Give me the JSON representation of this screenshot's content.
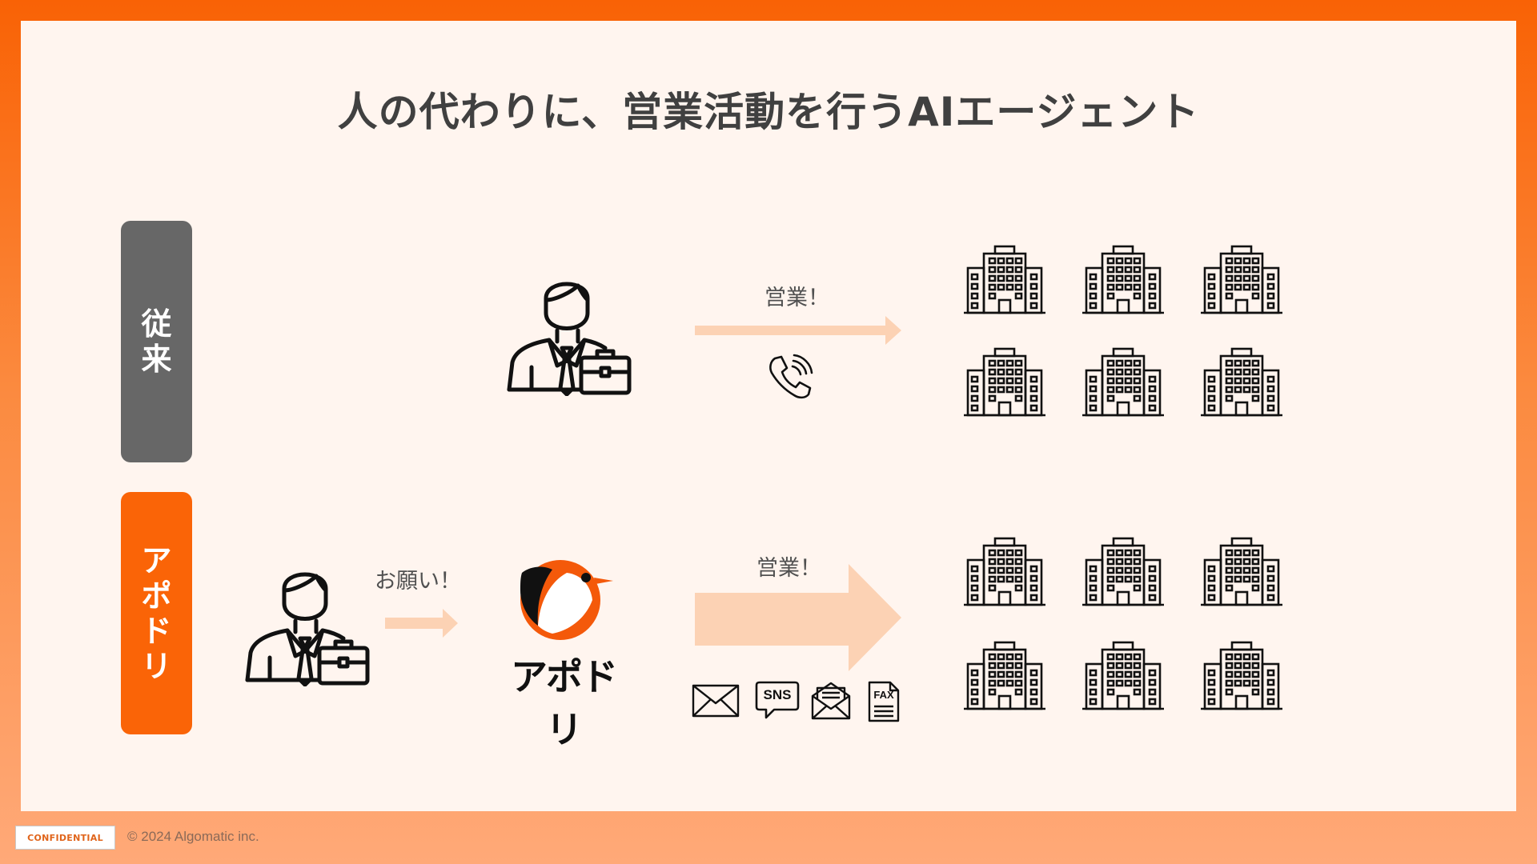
{
  "title": "人の代わりに、営業活動を行うAIエージェント",
  "rows": {
    "conventional": {
      "label": [
        "従",
        "来"
      ],
      "speech": "営業！"
    },
    "apotori": {
      "label": [
        "ア",
        "ポ",
        "ド",
        "リ"
      ],
      "request": "お願い！",
      "speech": "営業！",
      "brand": "アポドリ"
    }
  },
  "channels": {
    "sns": "SNS",
    "fax": "FAX"
  },
  "footer": {
    "badge": "CONFIDENTIAL",
    "copyright": "© 2024 Algomatic inc."
  },
  "colors": {
    "accent": "#fa6407",
    "gray_label": "#676767",
    "arrow": "#fcd2b4",
    "panel": "#fff5ef"
  }
}
